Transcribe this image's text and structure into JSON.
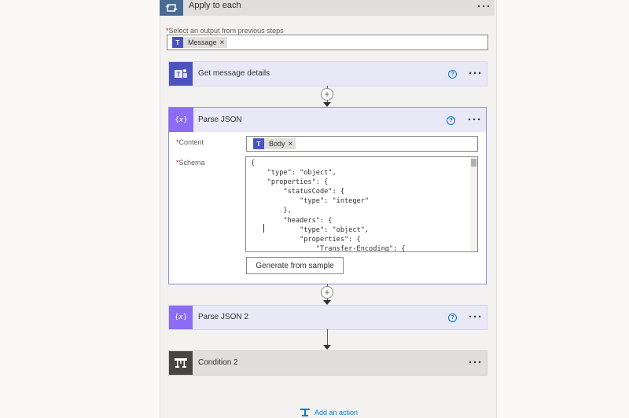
{
  "apply_to_each": {
    "title": "Apply to each",
    "select_label": "Select an output from previous steps",
    "token": "Message"
  },
  "get_message": {
    "title": "Get message details"
  },
  "parse_json": {
    "title": "Parse JSON",
    "content_label": "Content",
    "content_token": "Body",
    "schema_label": "Schema",
    "schema_lines": [
      "{",
      "    \"type\": \"object\",",
      "    \"properties\": {",
      "        \"statusCode\": {",
      "            \"type\": \"integer\"",
      "        },",
      "        \"headers\": {",
      "            \"type\": \"object\",",
      "            \"properties\": {",
      "                \"Transfer-Encoding\": {"
    ],
    "generate_button": "Generate from sample"
  },
  "parse_json_2": {
    "title": "Parse JSON 2"
  },
  "condition_2": {
    "title": "Condition 2"
  },
  "add_action": {
    "label": "Add an action"
  },
  "icons": {
    "apply_to_each": "loop-icon",
    "teams": "teams-icon",
    "data_operation": "curly-braces-icon",
    "condition": "condition-icon",
    "more": "ellipsis-icon",
    "help": "help-icon"
  },
  "colors": {
    "apply_to_each_icon": "#486991",
    "teams_brand": "#4b53bc",
    "data_operation": "#8c6cf3",
    "condition_icon": "#484644",
    "link": "#0078d4"
  }
}
